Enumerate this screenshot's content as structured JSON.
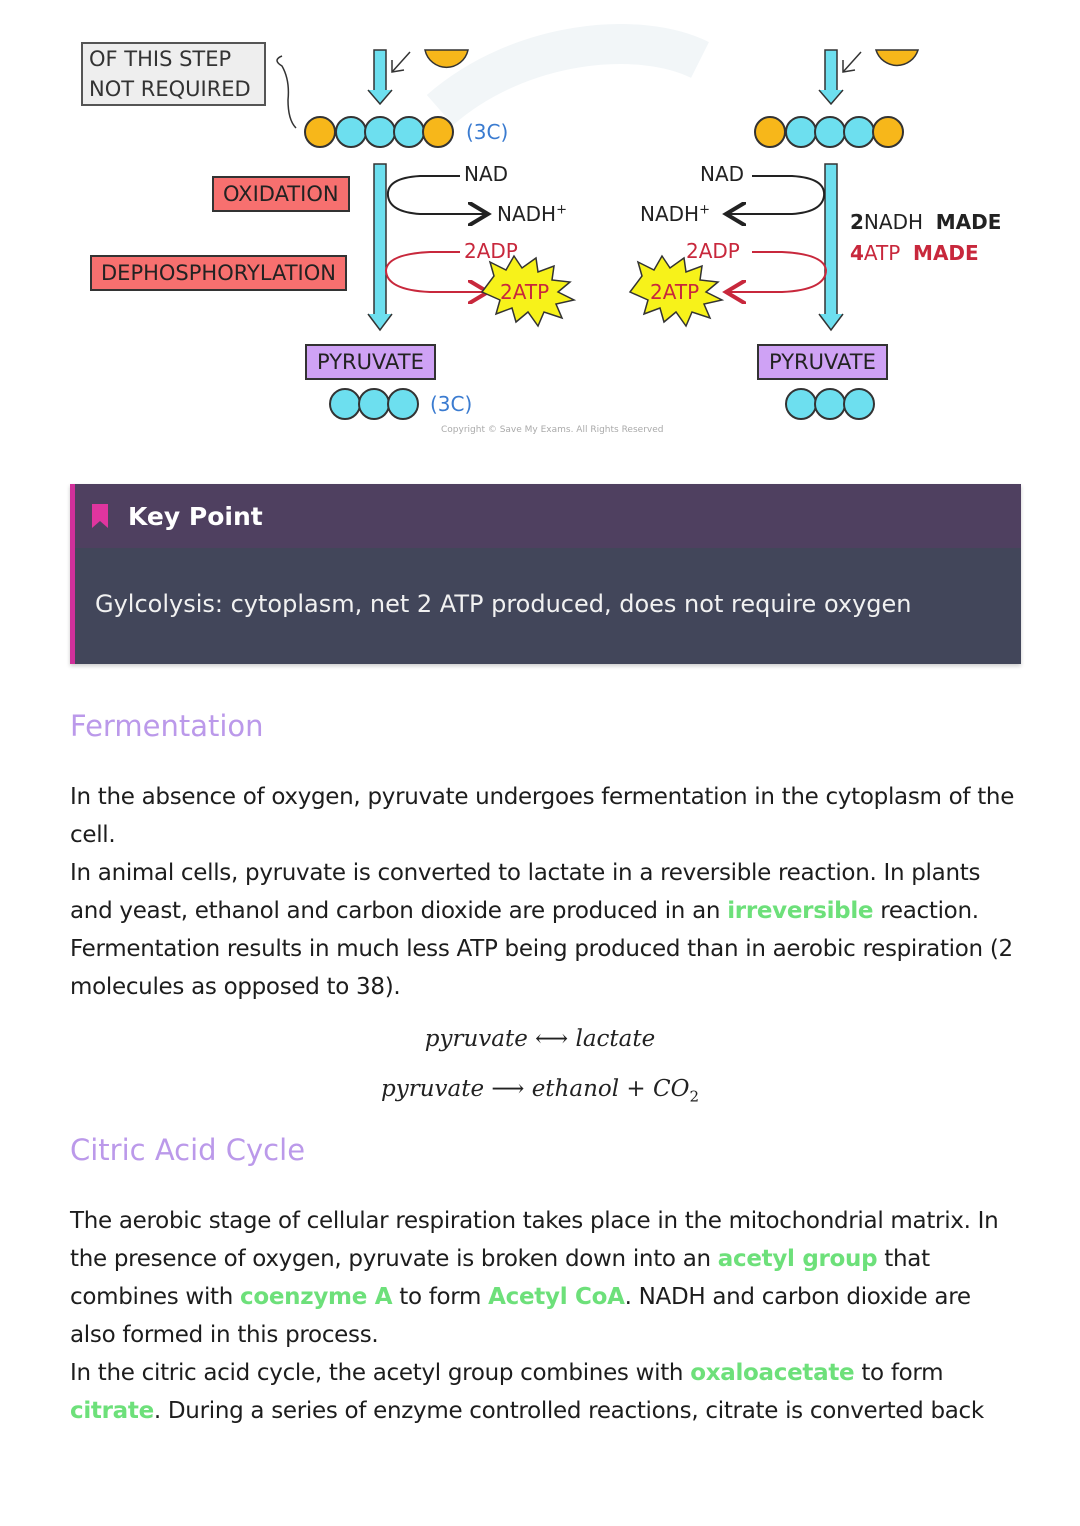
{
  "diagram": {
    "note_line1": "OF THIS STEP",
    "note_line2": "NOT REQUIRED",
    "left_3c_top": "(3C)",
    "nad_left": "NAD",
    "nadh_left": "NADH",
    "nadh_sup": "+",
    "adp_left": "2ADP",
    "atp_left": "2ATP",
    "nad_right": "NAD",
    "nadh_right": "NADH",
    "adp_right": "2ADP",
    "atp_right": "2ATP",
    "oxidation": "OXIDATION",
    "dephosphorylation": "DEPHOSPHORYLATION",
    "pyruvate_left": "PYRUVATE",
    "pyruvate_right": "PYRUVATE",
    "left_3c_bottom": "(3C)",
    "nadh_made_num": "2",
    "nadh_made_word": "NADH",
    "nadh_made_suffix": "MADE",
    "atp_made_num": "4",
    "atp_made_word": "ATP",
    "atp_made_suffix": "MADE",
    "copyright": "Copyright © Save My Exams. All Rights Reserved",
    "colors": {
      "orange": "#f7b71a",
      "cyan": "#6ddfef",
      "red_box": "#f7706f",
      "purple_box": "#cfa2f5",
      "red_arrow": "#c8283c",
      "atp_star": "#f7f21a"
    }
  },
  "key_point": {
    "icon": "bookmark-icon",
    "title": "Key Point",
    "text": "Gylcolysis: cytoplasm, net 2 ATP produced, does not require oxygen"
  },
  "fermentation": {
    "heading": "Fermentation",
    "p1": "In the absence of oxygen, pyruvate undergoes fermentation in the cytoplasm of the cell.",
    "p2_a": "In animal cells, pyruvate is converted to lactate in a reversible reaction. In plants and yeast, ethanol and carbon dioxide are produced in an ",
    "p2_hl": "irreversible",
    "p2_b": " reaction.",
    "p3": "Fermentation results in much less ATP being produced than in aerobic respiration (2 molecules as opposed to 38).",
    "eq1_left": "pyruvate",
    "eq1_arrow": "⟷",
    "eq1_right": "lactate",
    "eq2_left": "pyruvate",
    "eq2_arrow": "⟶",
    "eq2_right": "ethanol",
    "eq2_plus": "+",
    "eq2_co2": "CO",
    "eq2_sub": "2"
  },
  "citric": {
    "heading": "Citric Acid Cycle",
    "p1_a": "The aerobic stage of cellular respiration takes place in the mitochondrial matrix. In the presence of oxygen, pyruvate is broken down into an ",
    "p1_hl1": "acetyl group",
    "p1_b": " that combines with ",
    "p1_hl2": "coenzyme A",
    "p1_c": " to form ",
    "p1_hl3": "Acetyl CoA",
    "p1_d": ". NADH and carbon dioxide are also formed in this process.",
    "p2_a": "In the citric acid cycle, the acetyl group combines with ",
    "p2_hl1": "oxaloacetate",
    "p2_b": " to form ",
    "p2_hl2": "citrate",
    "p2_c": ". During a series of enzyme controlled reactions, citrate is converted back"
  }
}
